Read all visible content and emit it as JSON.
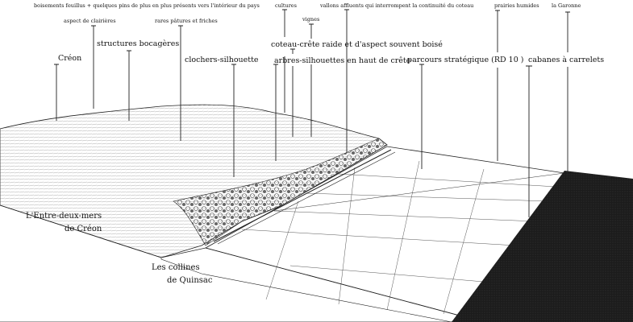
{
  "labels": {
    "boisements": "boisements feuillus + quelques pins de plus en plus présents vers l'intérieur du pays",
    "clairieres": "aspect de clairières",
    "patures": "rares pâtures et friches",
    "bocageres": "structures bocagères",
    "creon": "Créon",
    "clochers": "clochers-silhouette",
    "cultures": "cultures",
    "vignes": "vignes",
    "coteau": "coteau-crête raide et d'aspect souvent boisé",
    "arbres": "arbres-silhouettes en haut de crête",
    "vallons": "vallons affluents qui interrompent la continuité du coteau",
    "parcours": "parcours  stratégique (RD 10 )",
    "prairies": "prairies humides",
    "garonne": "la Garonne",
    "cabanes": "cabanes à carrelets"
  },
  "regions": {
    "entre_deux_mers_1": "L'Entre-deux-mers",
    "entre_deux_mers_2": "de Créon",
    "collines_1": "Les collines",
    "collines_2": "de Quinsac"
  },
  "colors": {
    "ink": "#111111",
    "river": "#1c1c1c",
    "paper": "#ffffff"
  }
}
